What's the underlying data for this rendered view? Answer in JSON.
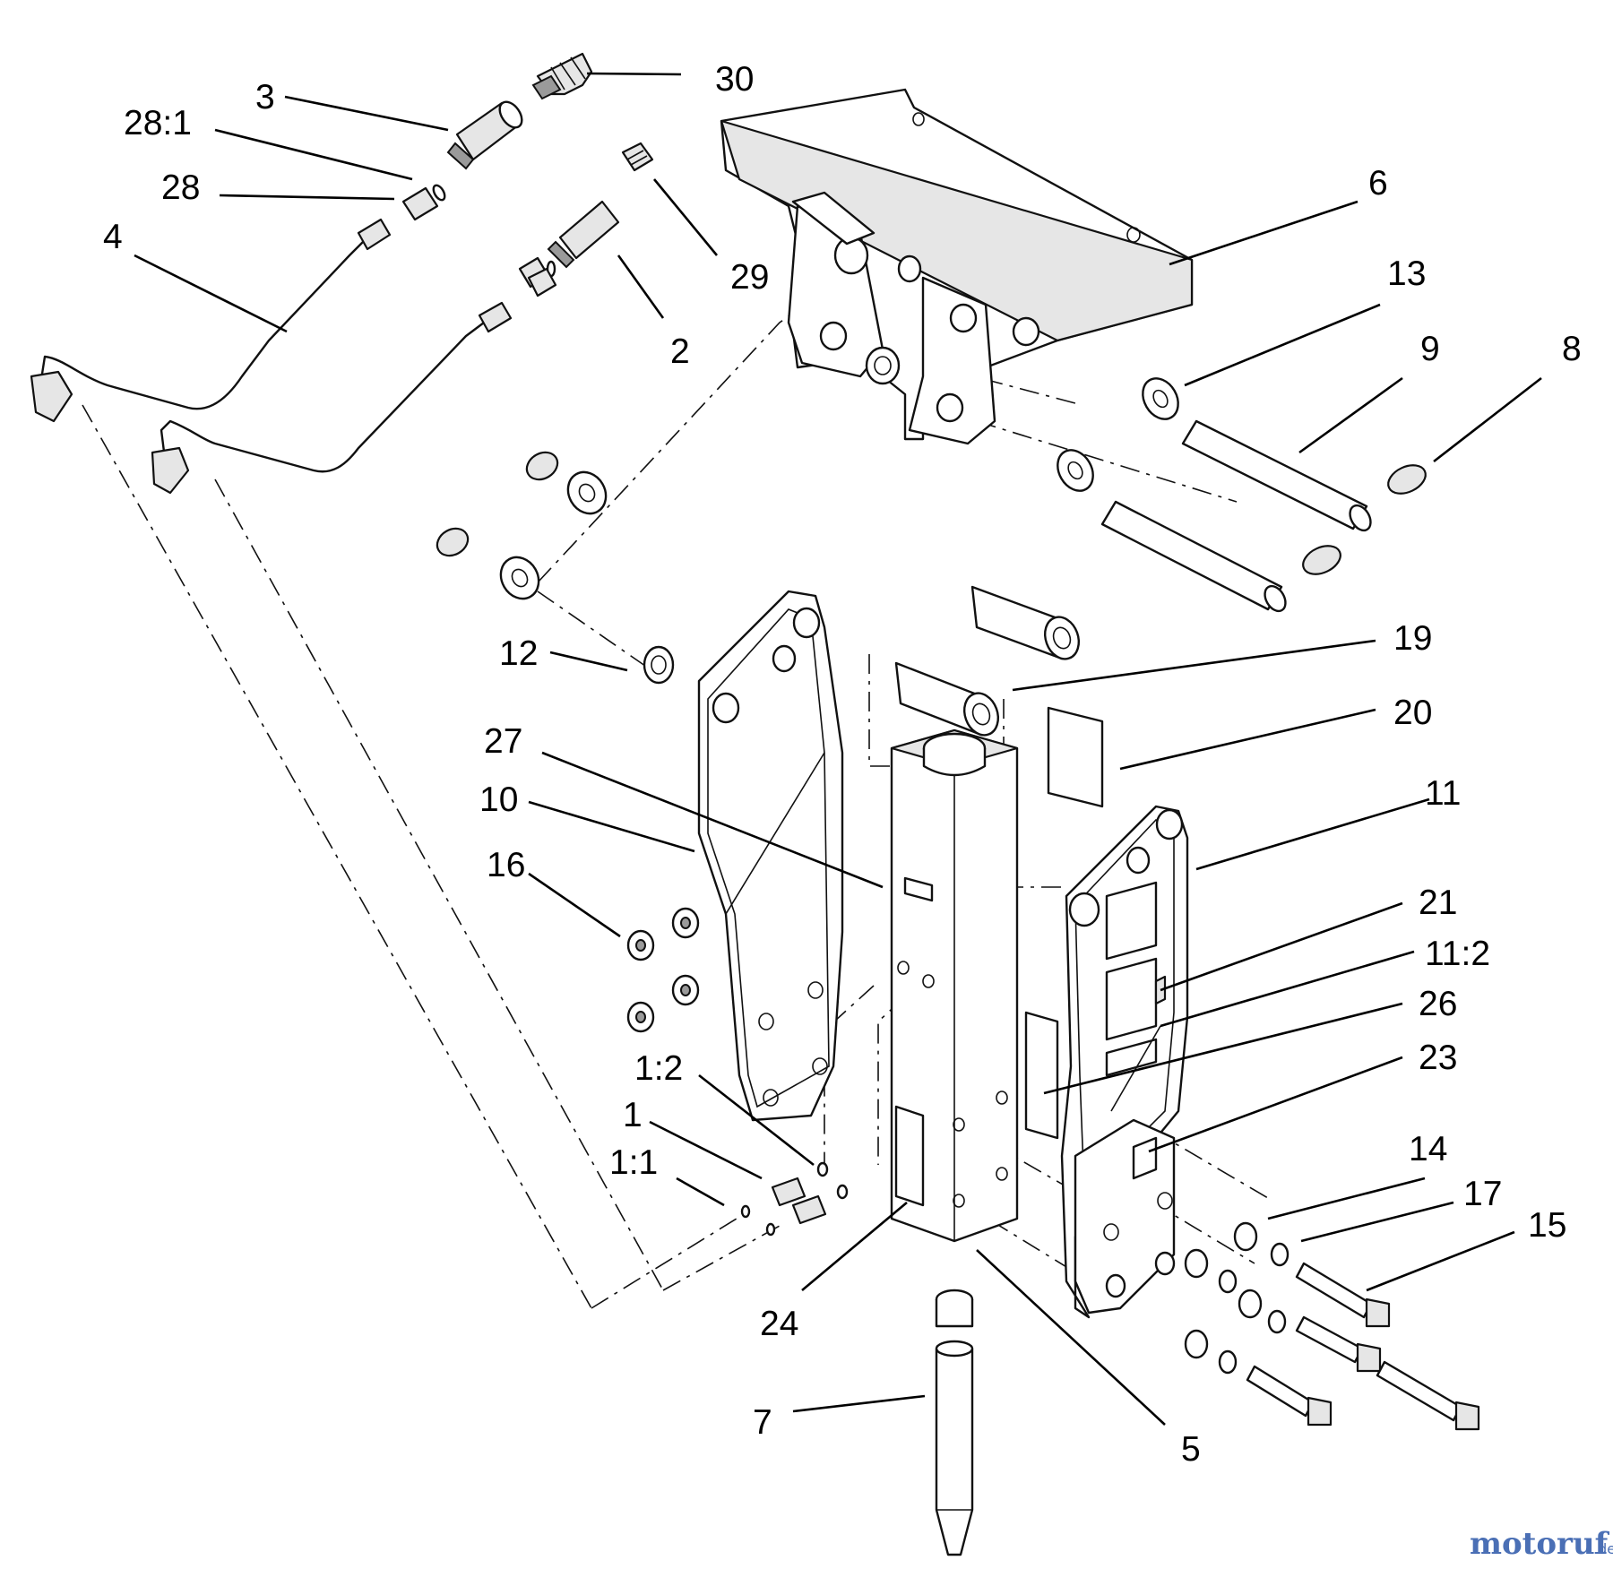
{
  "callouts": {
    "c30": "30",
    "c3": "3",
    "c28_1": "28:1",
    "c28": "28",
    "c4": "4",
    "c29": "29",
    "c2": "2",
    "c6": "6",
    "c13": "13",
    "c9": "9",
    "c8": "8",
    "c12": "12",
    "c19": "19",
    "c20": "20",
    "c27": "27",
    "c10": "10",
    "c11": "11",
    "c16": "16",
    "c21": "21",
    "c11_2": "11:2",
    "c26": "26",
    "c23": "23",
    "c1_2": "1:2",
    "c1": "1",
    "c1_1": "1:1",
    "c14": "14",
    "c17": "17",
    "c15": "15",
    "c24": "24",
    "c7": "7",
    "c5": "5"
  },
  "watermark": {
    "brand": "motoruf",
    "suffix": ".de"
  },
  "colors": {
    "watermark_blue": "#4a6fb5",
    "watermark_orange": "#e08a1a"
  }
}
